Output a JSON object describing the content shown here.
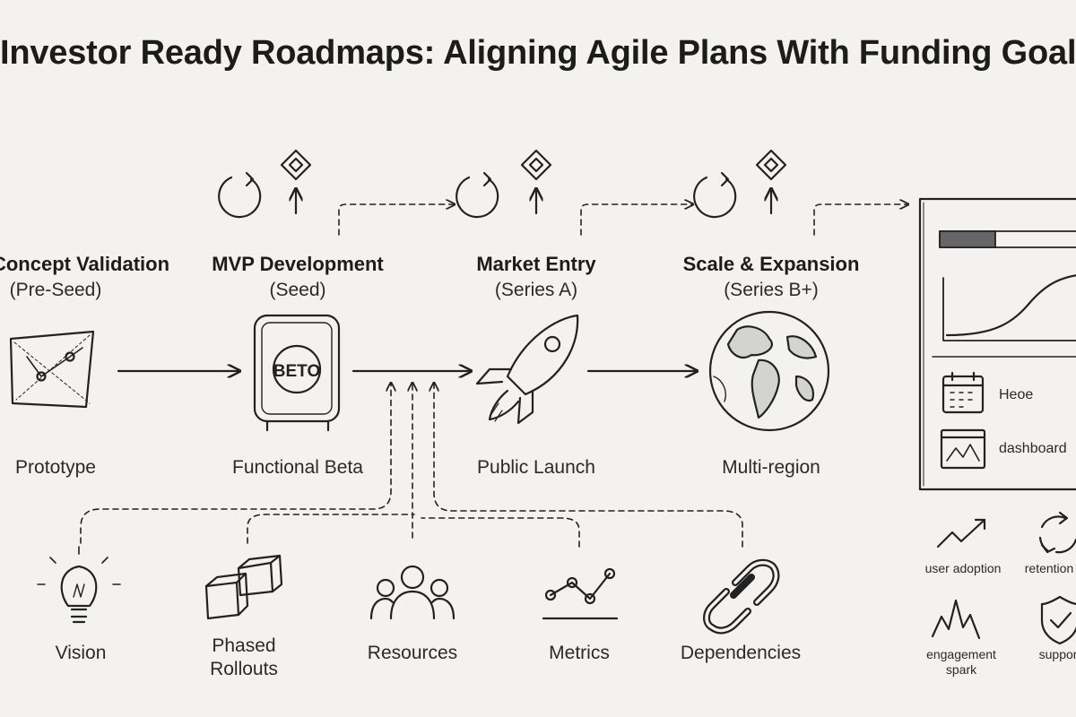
{
  "title": "Investor Ready Roadmaps: Aligning Agile Plans With Funding Goals",
  "stages": [
    {
      "title": "Concept Validation",
      "round": "(Pre-Seed)",
      "deliverable": "Prototype",
      "icon": "prototype-sketch-icon"
    },
    {
      "title": "MVP Development",
      "round": "(Seed)",
      "deliverable": "Functional Beta",
      "icon": "beta-device-icon",
      "badge": "BETO"
    },
    {
      "title": "Market Entry",
      "round": "(Series A)",
      "deliverable": "Public Launch",
      "icon": "rocket-icon"
    },
    {
      "title": "Scale & Expansion",
      "round": "(Series B+)",
      "deliverable": "Multi-region",
      "icon": "globe-icon"
    }
  ],
  "inputs": [
    {
      "label": "Vision",
      "icon": "lightbulb-icon"
    },
    {
      "label": "Phased\nRollouts",
      "icon": "stacked-boxes-icon"
    },
    {
      "label": "Resources",
      "icon": "team-icon"
    },
    {
      "label": "Metrics",
      "icon": "line-graph-icon"
    },
    {
      "label": "Dependencies",
      "icon": "chain-link-icon"
    }
  ],
  "dashboard": {
    "items": [
      {
        "label": "Heoe",
        "icon": "calendar-icon"
      },
      {
        "label": "dashboard",
        "icon": "chart-window-icon"
      }
    ]
  },
  "metrics": [
    {
      "label": "user adoption",
      "icon": "trend-up-icon"
    },
    {
      "label": "retention",
      "icon": "cycle-arrows-icon"
    },
    {
      "label": "engagement\nspark",
      "icon": "spark-icon"
    },
    {
      "label": "support",
      "icon": "shield-check-icon"
    }
  ]
}
